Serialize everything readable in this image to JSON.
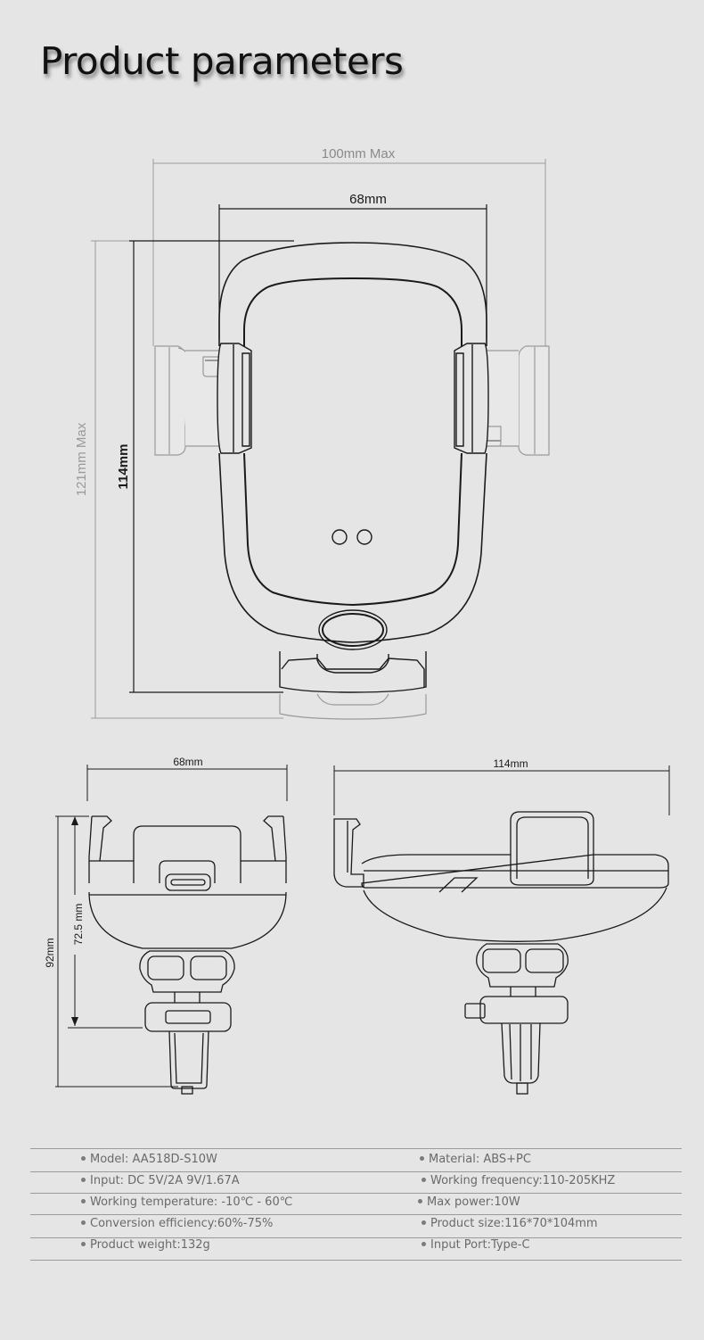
{
  "title": "Product parameters",
  "top_view": {
    "width_max_label": "100mm Max",
    "width_label": "68mm",
    "height_max_label": "121mm Max",
    "height_label": "114mm"
  },
  "front_view": {
    "width_label": "68mm",
    "height_label": "92mm",
    "inner_height_label": "72.5 mm"
  },
  "side_view": {
    "width_label": "114mm"
  },
  "colors": {
    "background": "#e5e5e5",
    "line_dark": "#1a1a1a",
    "line_light": "#9a9a9a",
    "spec_text": "#6a6a6a"
  },
  "specs": {
    "left": [
      "Model: AA518D-S10W",
      "Input: DC 5V/2A 9V/1.67A",
      "Working temperature: -10℃ - 60℃",
      "Conversion efficiency:60%-75%",
      "Product weight:132g"
    ],
    "right": [
      "Material: ABS+PC",
      "Working frequency:110-205KHZ",
      "Max power:10W",
      "Product size:116*70*104mm",
      "Input Port:Type-C"
    ]
  }
}
